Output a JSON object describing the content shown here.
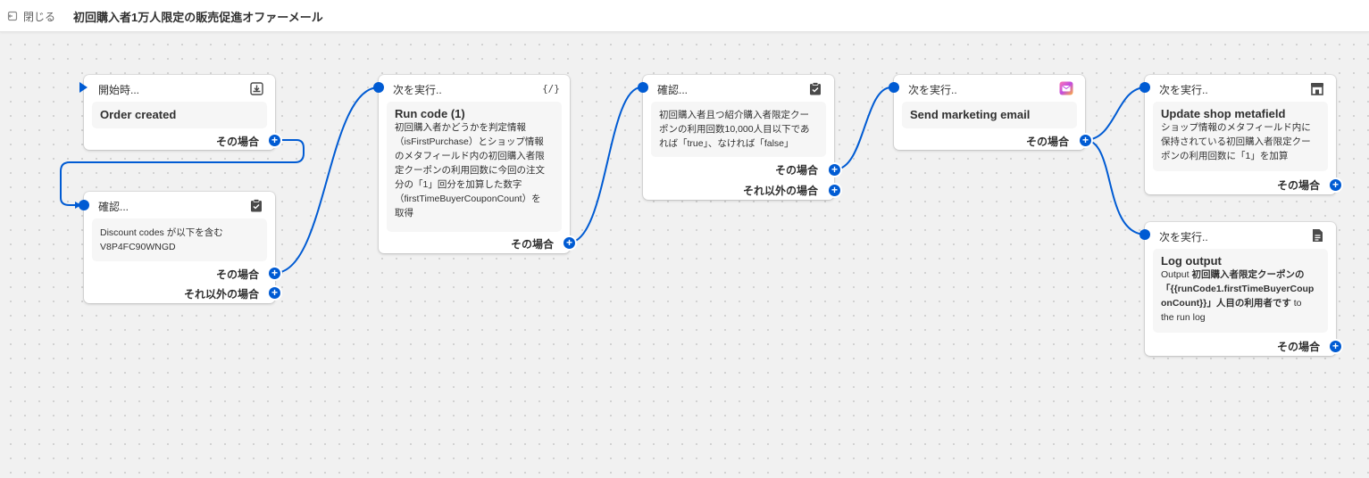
{
  "header": {
    "close_label": "閉じる",
    "title": "初回購入者1万人限定の販売促進オファーメール"
  },
  "colors": {
    "accent": "#005bd3",
    "canvas": "#f1f1f1",
    "card": "#ffffff",
    "card_body": "#f6f6f6"
  },
  "nodes": {
    "trigger": {
      "head": "開始時...",
      "icon": "download-tray-icon",
      "title": "Order created",
      "branch_then": "その場合"
    },
    "condition1": {
      "head": "確認...",
      "icon": "clipboard-check-icon",
      "text1": "Discount codes が以下を含む",
      "text2": "V8P4FC90WNGD",
      "branch_then": "その場合",
      "branch_else": "それ以外の場合"
    },
    "action_code": {
      "head": "次を実行..",
      "icon": "code-braces-icon",
      "icon_text": "{/}",
      "title": "Run code (1)",
      "lines": [
        "初回購入者かどうかを判定情報",
        "（isFirstPurchase）とショップ情報",
        "のメタフィールド内の初回購入者限",
        "定クーポンの利用回数に今回の注文",
        "分の「1」回分を加算した数字",
        "（firstTimeBuyerCouponCount）を",
        "取得"
      ],
      "branch_then": "その場合"
    },
    "condition2": {
      "head": "確認...",
      "icon": "clipboard-check-icon",
      "lines": [
        "初回購入者且つ紹介購入者限定クー",
        "ポンの利用回数10,000人目以下であ",
        "れば「true」、なければ「false」"
      ],
      "branch_then": "その場合",
      "branch_else": "それ以外の場合"
    },
    "action_email": {
      "head": "次を実行..",
      "icon": "marketing-email-icon",
      "title": "Send marketing email",
      "branch_then": "その場合"
    },
    "action_metafield": {
      "head": "次を実行..",
      "icon": "store-icon",
      "title": "Update shop metafield",
      "lines": [
        "ショップ情報のメタフィールド内に",
        "保持されている初回購入者限定クー",
        "ポンの利用回数に「1」を加算"
      ],
      "branch_then": "その場合"
    },
    "action_log": {
      "head": "次を実行..",
      "icon": "document-icon",
      "title": "Log output",
      "line1_prefix": "Output ",
      "line1_bold": "初回購入者限定クーポンの",
      "line2_bold": "「{{runCode1.firstTimeBuyerCoup",
      "line3_bold": "onCount}}」人目の利用者です",
      "line3_suffix": " to",
      "line4": "the run log",
      "branch_then": "その場合"
    }
  }
}
